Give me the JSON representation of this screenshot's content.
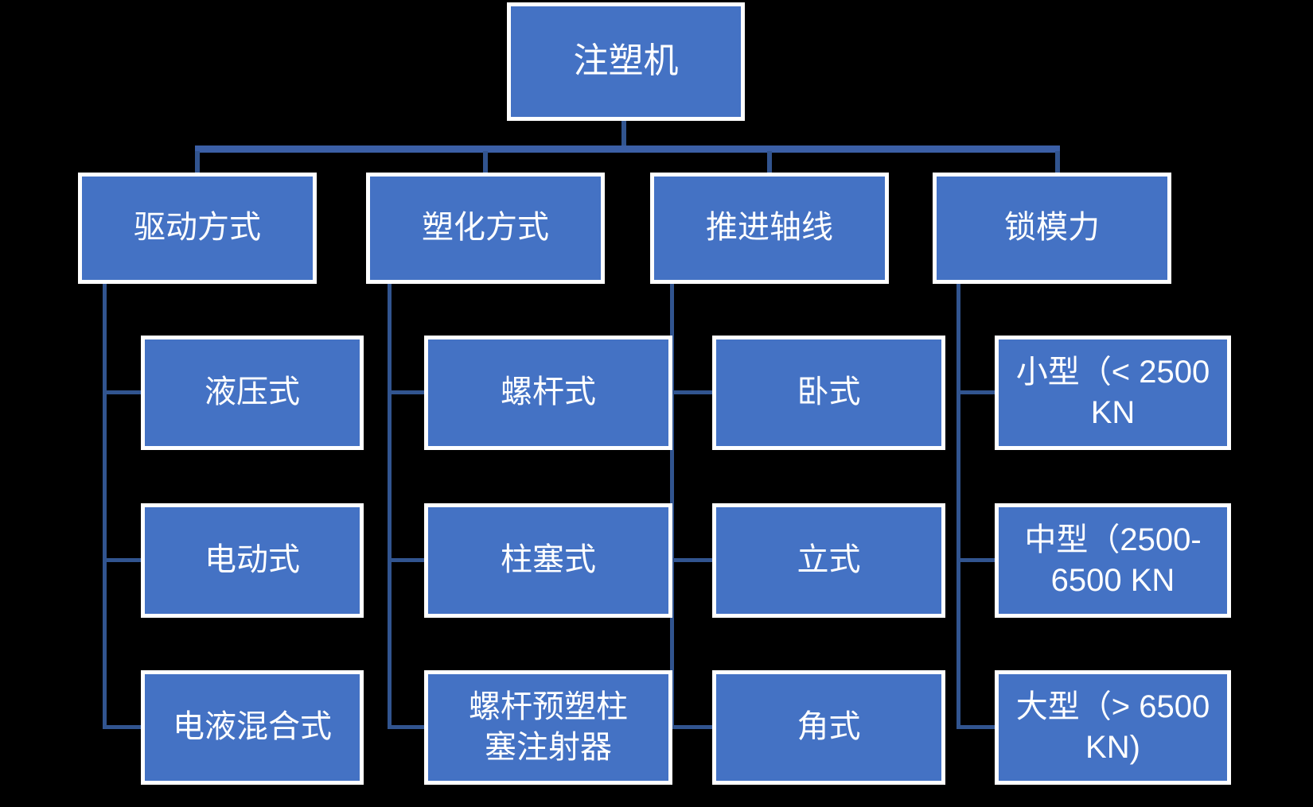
{
  "diagram": {
    "root": {
      "label": "注塑机"
    },
    "branches": [
      {
        "label": "驱动方式",
        "children": [
          {
            "label": "液压式"
          },
          {
            "label": "电动式"
          },
          {
            "label": "电液混合式"
          }
        ]
      },
      {
        "label": "塑化方式",
        "children": [
          {
            "label": "螺杆式"
          },
          {
            "label": "柱塞式"
          },
          {
            "label": "螺杆预塑柱\n塞注射器"
          }
        ]
      },
      {
        "label": "推进轴线",
        "children": [
          {
            "label": "卧式"
          },
          {
            "label": "立式"
          },
          {
            "label": "角式"
          }
        ]
      },
      {
        "label": "锁模力",
        "children": [
          {
            "label": "小型（< 2500\nKN"
          },
          {
            "label": "中型（2500-\n6500 KN"
          },
          {
            "label": "大型（> 6500\nKN)"
          }
        ]
      }
    ],
    "colors": {
      "background": "#000000",
      "box_fill": "#4472C4",
      "box_border": "#FFFFFF",
      "text": "#FFFFFF",
      "connector": "#31548F",
      "connector_bus": "#3B5FA6"
    }
  }
}
